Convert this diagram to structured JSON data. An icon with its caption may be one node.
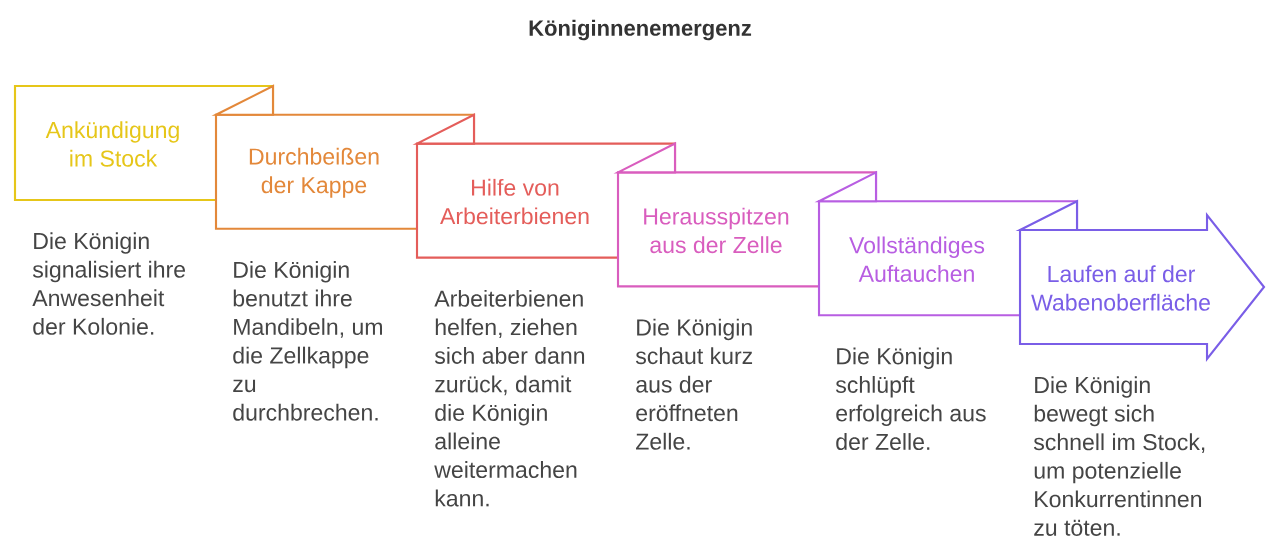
{
  "diagram": {
    "title": "Königinnenemergenz",
    "nodes": [
      {
        "text": [
          "Ankündigung im Stock"
        ],
        "beside": [
          "Die Königin signalisiert ihre Anwesenheit der Kolonie."
        ]
      },
      {
        "text": [
          "Durchbeißen der Kappe"
        ],
        "beside": [
          "Die Königin benutzt ihre Mandibeln, um die Zellkappe zu durchbrechen."
        ]
      },
      {
        "text": [
          "Hilfe von Arbeiterbienen"
        ],
        "beside": [
          "Arbeiterbienen helfen, ziehen sich aber dann zurück, damit die Königin alleine weitermachen kann."
        ]
      },
      {
        "text": [
          "Herausspitzen aus der Zelle"
        ],
        "beside": [
          "Die Königin schaut kurz aus der eröffneten Zelle."
        ]
      },
      {
        "text": [
          "Vollständiges Auftauchen"
        ],
        "beside": [
          "Die Königin schlüpft erfolgreich aus der Zelle."
        ]
      },
      {
        "text": [
          "Laufen auf der Wabenoberfläche"
        ],
        "beside": [
          "Die Königin bewegt sich schnell im Stock, um potenzielle Konkurrentinnen zu töten."
        ]
      }
    ]
  }
}
